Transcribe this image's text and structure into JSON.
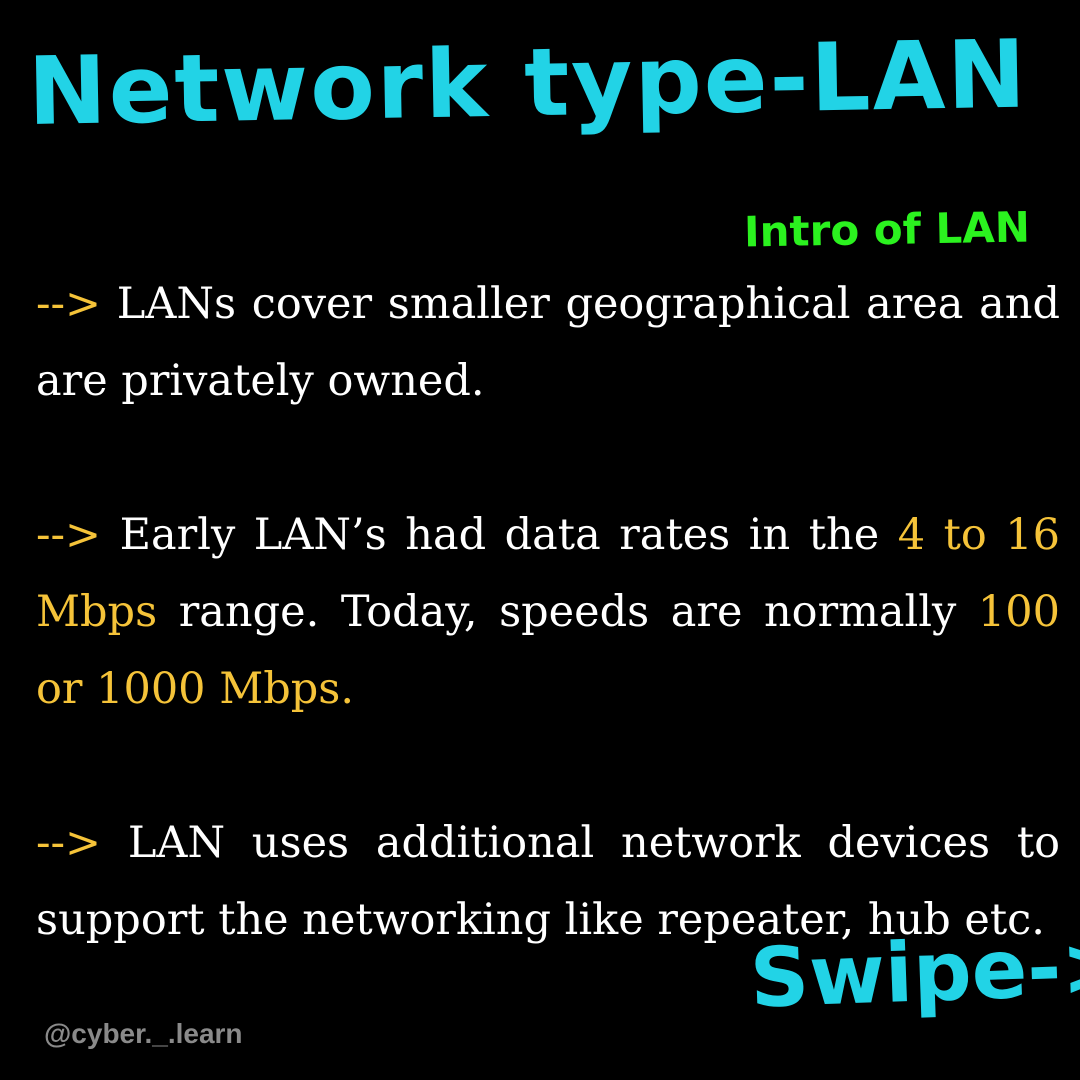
{
  "title": "Network type-LAN",
  "subtitle": "Intro of LAN",
  "points": [
    {
      "arrow": "-->",
      "segments": [
        {
          "text": " LANs cover smaller geographical area and are privately owned.",
          "highlight": false
        }
      ]
    },
    {
      "arrow": "-->",
      "segments": [
        {
          "text": " Early LAN’s had data rates in the ",
          "highlight": false
        },
        {
          "text": "4 to 16 Mbps",
          "highlight": true
        },
        {
          "text": " range. Today, speeds are normally ",
          "highlight": false
        },
        {
          "text": "100 or 1000 Mbps.",
          "highlight": true
        }
      ]
    },
    {
      "arrow": "-->",
      "segments": [
        {
          "text": " LAN uses additional network devices to support the networking like repeater, hub etc.",
          "highlight": false
        }
      ]
    }
  ],
  "swipe_label": "Swipe->",
  "handle": "@cyber._.learn",
  "colors": {
    "background": "#000000",
    "title": "#22d3e6",
    "subtitle": "#2bf21f",
    "body_text": "#ffffff",
    "highlight": "#f5c339",
    "handle": "#8a8a8a"
  }
}
